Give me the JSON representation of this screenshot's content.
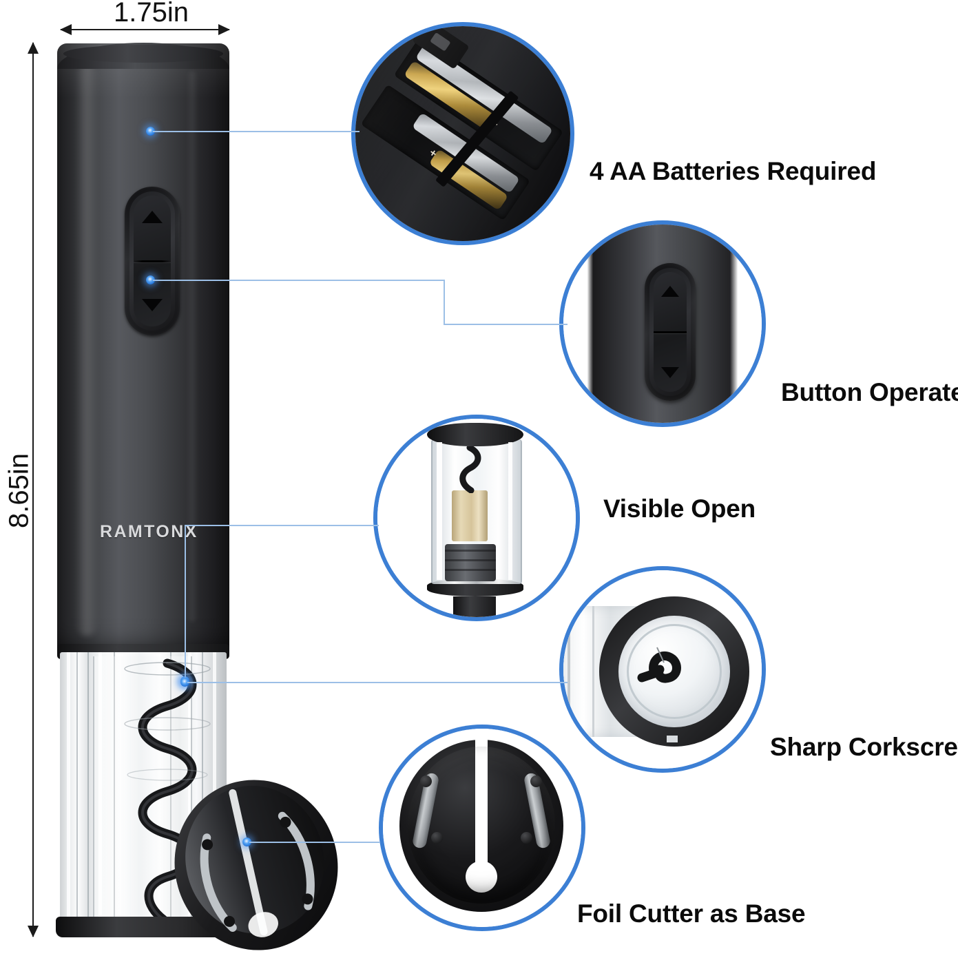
{
  "product": {
    "brand": "RAMTONX",
    "type": "electric wine bottle opener"
  },
  "dimensions": {
    "width_label": "1.75in",
    "height_label": "8.65in"
  },
  "colors": {
    "callout_ring": "#3c7fd4",
    "leader_line": "#9cbfe6",
    "dot": "#1f6fd6",
    "label_text": "#0b0b0b",
    "dimension_arrow": "#1a1a1a",
    "background": "#ffffff"
  },
  "callouts": [
    {
      "id": "batteries",
      "label": "4 AA Batteries Required",
      "icon": "battery-compartment-icon"
    },
    {
      "id": "button",
      "label": "Button Operate",
      "icon": "rocker-button-icon"
    },
    {
      "id": "visible",
      "label": "Visible Open",
      "icon": "cork-chamber-icon"
    },
    {
      "id": "corkscrew",
      "label": "Sharp Corkscrew",
      "icon": "corkscrew-tip-icon"
    },
    {
      "id": "foilcutter",
      "label": "Foil Cutter as Base",
      "icon": "foil-cutter-icon"
    }
  ],
  "button_glyphs": {
    "up": "triangle-up",
    "down": "triangle-down"
  },
  "battery_detail": {
    "cell_count": 4,
    "polarity_marks": [
      "+",
      "+"
    ]
  }
}
